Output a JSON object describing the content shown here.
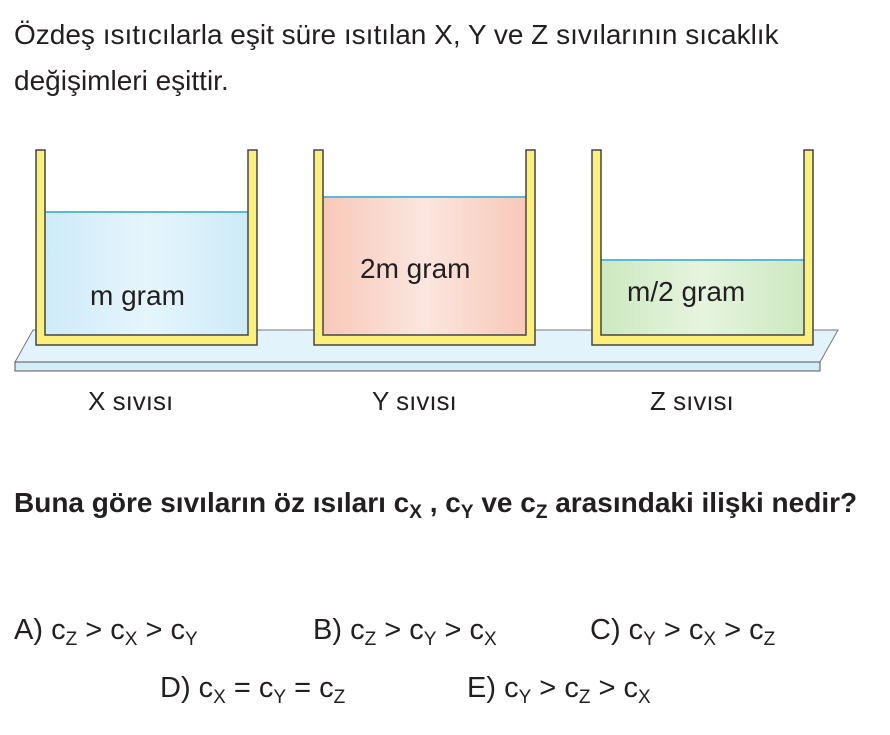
{
  "intro": "Özdeş ısıtıcılarla eşit süre ısıtılan X, Y ve Z sıvılarının sıcaklık değişimleri eşittir.",
  "containers": [
    {
      "mass_label": "m gram",
      "liquid_label": "X sıvısı",
      "color": "#d6eef9"
    },
    {
      "mass_label": "2m gram",
      "liquid_label": "Y sıvısı",
      "color": "#f8d3c6"
    },
    {
      "mass_label": "m/2 gram",
      "liquid_label": "Z sıvısı",
      "color": "#d5ecca"
    }
  ],
  "question": {
    "prefix": "Buna göre sıvıların öz ısıları ",
    "c": "c",
    "x": "X",
    "sep1": " , ",
    "y": "Y",
    "mid": " ve ",
    "z": "Z",
    "suffix": " arasındaki ilişki nedir?"
  },
  "options": [
    {
      "letter": "A)",
      "tokens": [
        [
          "c",
          "Z"
        ],
        [
          " > "
        ],
        [
          "c",
          "X"
        ],
        [
          " > "
        ],
        [
          "c",
          "Y"
        ]
      ]
    },
    {
      "letter": "B)",
      "tokens": [
        [
          "c",
          "Z"
        ],
        [
          " > "
        ],
        [
          "c",
          "Y"
        ],
        [
          " > "
        ],
        [
          "c",
          "X"
        ]
      ]
    },
    {
      "letter": "C)",
      "tokens": [
        [
          "c",
          "Y"
        ],
        [
          " > "
        ],
        [
          "c",
          "X"
        ],
        [
          " > "
        ],
        [
          "c",
          "Z"
        ]
      ]
    },
    {
      "letter": "D)",
      "tokens": [
        [
          "c",
          "X"
        ],
        [
          " = "
        ],
        [
          "c",
          "Y"
        ],
        [
          " = "
        ],
        [
          "c",
          "Z"
        ]
      ]
    },
    {
      "letter": "E)",
      "tokens": [
        [
          "c",
          "Y"
        ],
        [
          " > "
        ],
        [
          "c",
          "Z"
        ],
        [
          " > "
        ],
        [
          "c",
          "X"
        ]
      ]
    }
  ]
}
